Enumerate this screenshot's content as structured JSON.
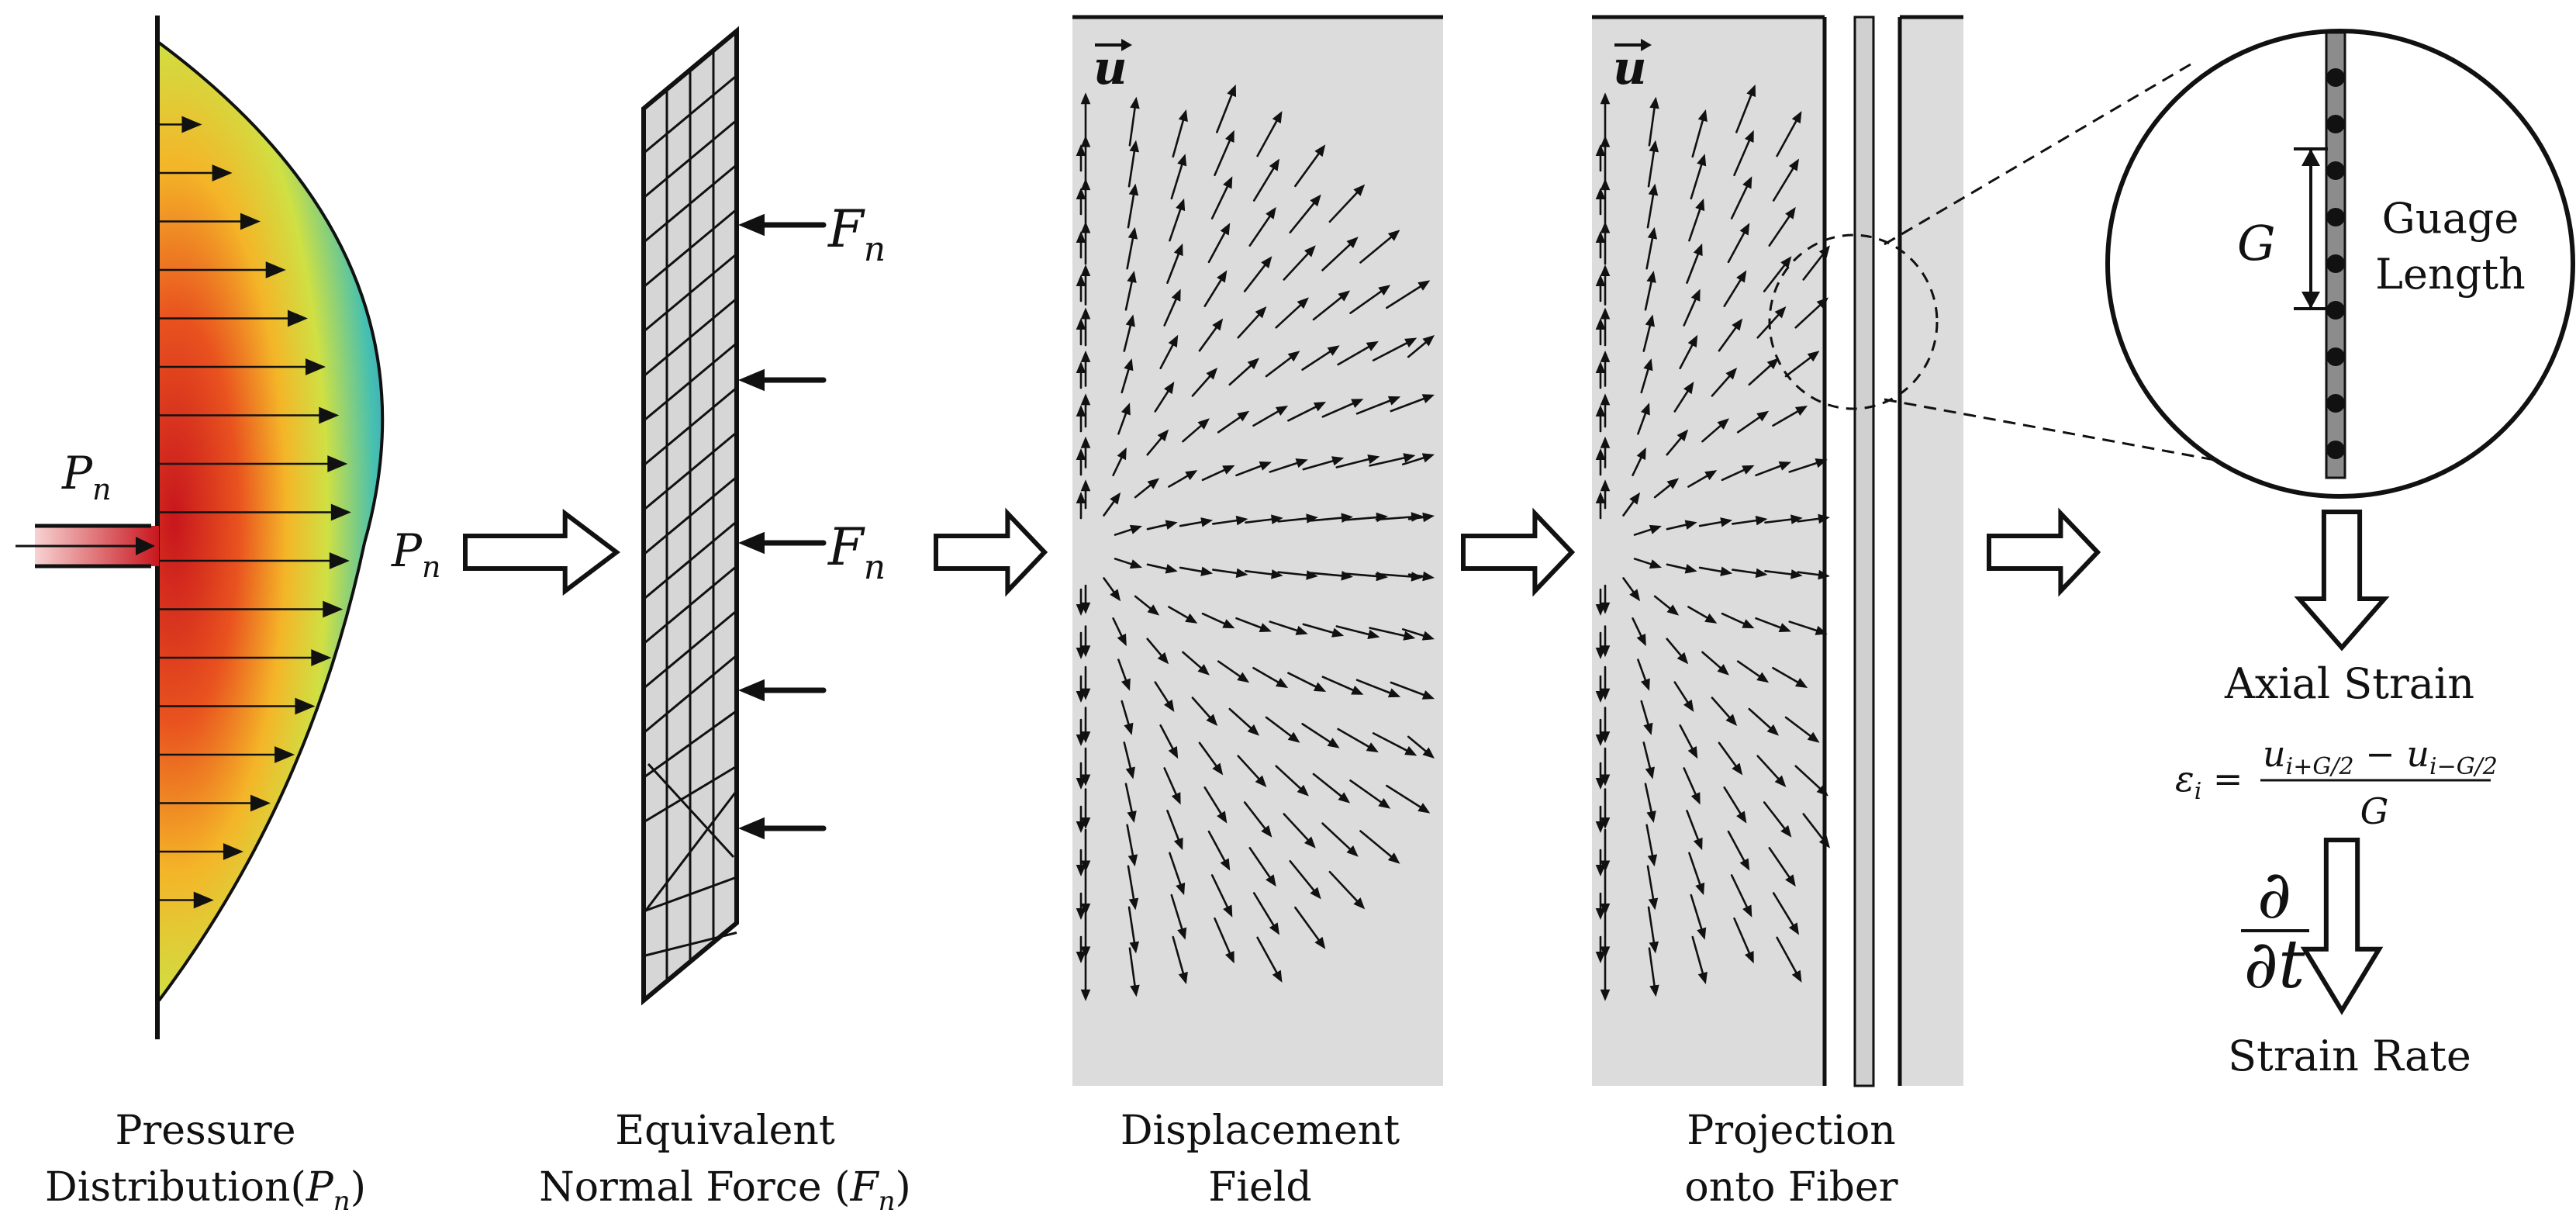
{
  "labels": {
    "pn_left": "P",
    "pn_left_sub": "n",
    "pn_right": "P",
    "pn_right_sub": "n",
    "fn_top": "F",
    "fn_top_sub": "n",
    "fn_mid": "F",
    "fn_mid_sub": "n",
    "u_vec_1": "u",
    "u_vec_2": "u",
    "gauge_g": "G",
    "gauge_word1": "Guage",
    "gauge_word2": "Length",
    "axial_strain": "Axial Strain",
    "strain_rate": "Strain Rate",
    "deriv_num": "∂",
    "deriv_den": "∂t",
    "formula_lhs": "ε",
    "formula_lhs_sub": "i",
    "formula_num_a": "u",
    "formula_num_a_sub": "i+G/2",
    "formula_minus": "−",
    "formula_num_b": "u",
    "formula_num_b_sub": "i−G/2",
    "formula_den": "G"
  },
  "captions": {
    "pressure_line1": "Pressure",
    "pressure_line2": "Distribution(",
    "pressure_sym": "P",
    "pressure_sub": "n",
    "pressure_close": ")",
    "force_line1": "Equivalent",
    "force_line2": "Normal Force (",
    "force_sym": "F",
    "force_sub": "n",
    "force_close": ")",
    "disp_line1": "Displacement",
    "disp_line2": "Field",
    "proj_line1": "Projection",
    "proj_line2": "onto Fiber"
  },
  "colors": {
    "panel_gray": "#dcdcdc",
    "ink": "#111111",
    "pressure_hot": "#c8161d",
    "pressure_cold": "#3b4fb8"
  }
}
